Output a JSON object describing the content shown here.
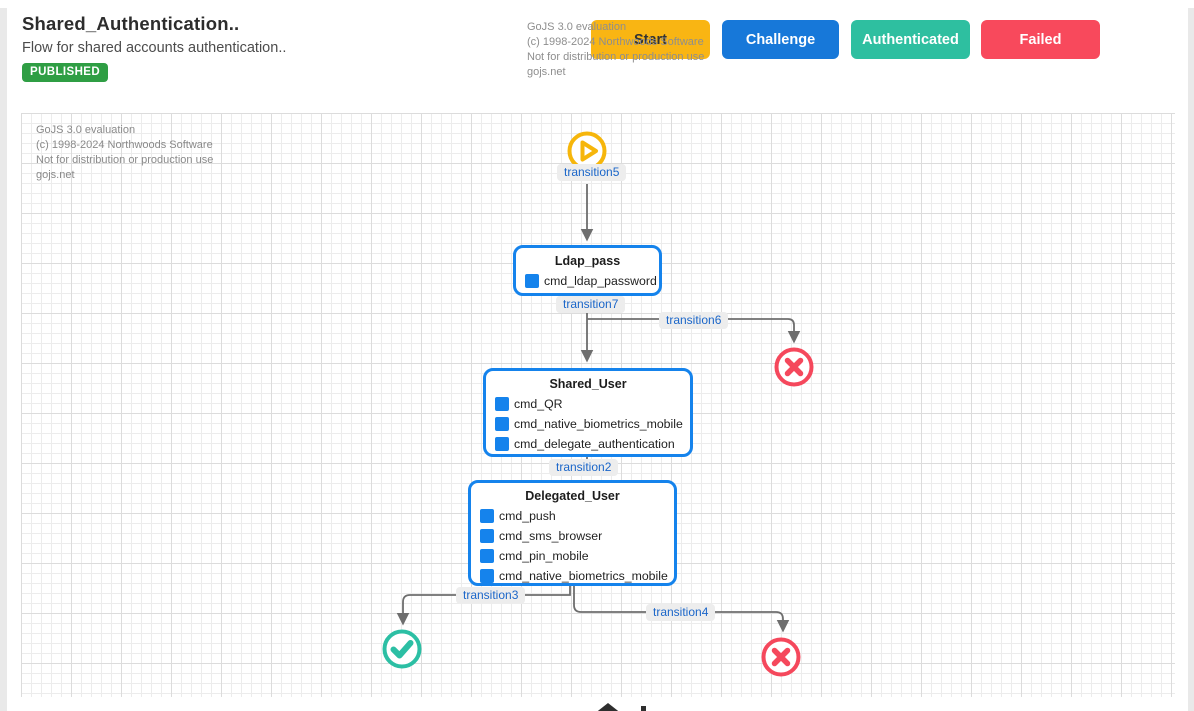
{
  "header": {
    "title": "Shared_Authentication..",
    "subtitle": "Flow for shared accounts authentication..",
    "badge": "PUBLISHED",
    "buttons": [
      {
        "label": "Start",
        "bg": "#f9b513",
        "fg": "#333333"
      },
      {
        "label": "Challenge",
        "bg": "#1778d9",
        "fg": "#ffffff"
      },
      {
        "label": "Authenticated",
        "bg": "#2ebfa0",
        "fg": "#ffffff"
      },
      {
        "label": "Failed",
        "bg": "#f8495c",
        "fg": "#ffffff"
      }
    ],
    "watermark_lines": [
      "GoJS 3.0 evaluation",
      "(c) 1998-2024 Northwoods Software",
      "Not for distribution or production use",
      "gojs.net"
    ]
  },
  "canvas": {
    "watermark_lines": [
      "GoJS 3.0 evaluation",
      "(c) 1998-2024 Northwoods Software",
      "Not for distribution or production use",
      "gojs.net"
    ],
    "nodes": [
      {
        "title": "Ldap_pass",
        "items": [
          "cmd_ldap_password"
        ]
      },
      {
        "title": "Shared_User",
        "items": [
          "cmd_QR",
          "cmd_native_biometrics_mobile",
          "cmd_delegate_authentication"
        ]
      },
      {
        "title": "Delegated_User",
        "items": [
          "cmd_push",
          "cmd_sms_browser",
          "cmd_pin_mobile",
          "cmd_native_biometrics_mobile"
        ]
      }
    ],
    "transitions": {
      "t5": {
        "label": "transition5"
      },
      "t7": {
        "label": "transition7"
      },
      "t6": {
        "label": "transition6"
      },
      "t2": {
        "label": "transition2"
      },
      "t3": {
        "label": "transition3"
      },
      "t4": {
        "label": "transition4"
      }
    },
    "colors": {
      "node_border": "#1583ec",
      "item_square": "#1583ec",
      "transition_text": "#1b66c9",
      "transition_bg": "#ededed",
      "link_gray": "#6e6e6e",
      "start_icon": "#f6b60b",
      "fail_icon": "#f5485c",
      "success_icon": "#2cbfa4",
      "badge_green": "#2f9e44",
      "grid_minor": "#ececec",
      "grid_major": "#dcdcdc"
    }
  }
}
